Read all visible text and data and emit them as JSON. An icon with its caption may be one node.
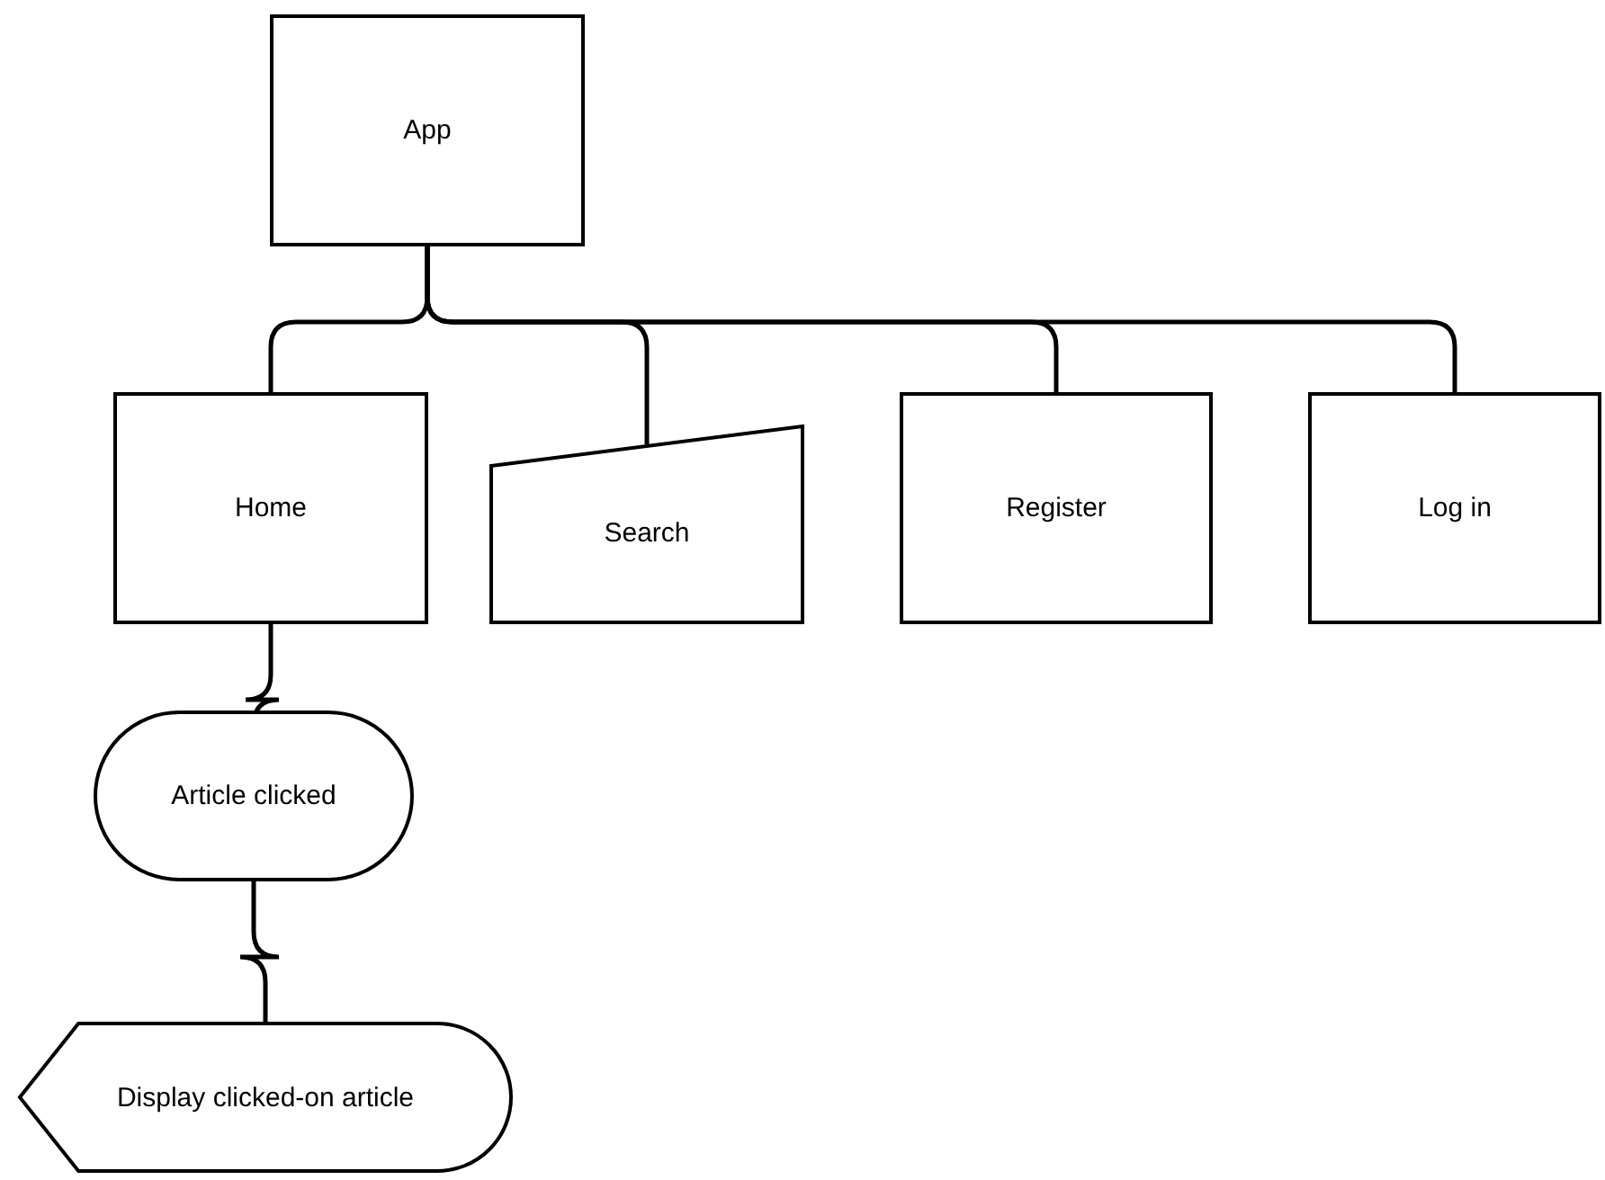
{
  "diagram": {
    "nodes": [
      {
        "text": [
          "App"
        ]
      },
      {
        "text": [
          "Home"
        ]
      },
      {
        "text": [
          "Search"
        ]
      },
      {
        "text": [
          "Register"
        ]
      },
      {
        "text": [
          "Log in"
        ]
      },
      {
        "text": [
          "Article clicked"
        ]
      },
      {
        "text": [
          "Display clicked-on article"
        ]
      }
    ],
    "edges": [
      {
        "from": 0,
        "to": 1,
        "arrow": "none"
      },
      {
        "from": 0,
        "to": 2,
        "arrow": "none"
      },
      {
        "from": 0,
        "to": 3,
        "arrow": "none"
      },
      {
        "from": 0,
        "to": 4,
        "arrow": "none"
      },
      {
        "from": 1,
        "to": 5,
        "arrow": "none"
      },
      {
        "from": 5,
        "to": 6,
        "arrow": "none"
      }
    ]
  }
}
